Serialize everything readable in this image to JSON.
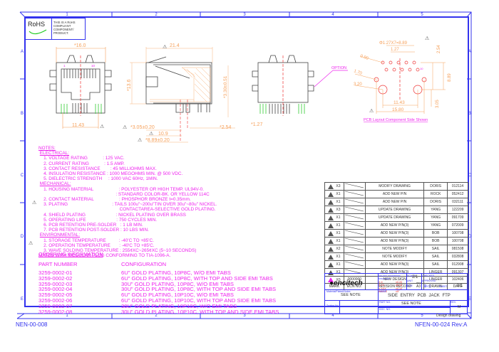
{
  "rohs": {
    "logo": "RoHS",
    "text": [
      "THIS IS A RoHS",
      "COMPLIANT",
      "COMPONENT/",
      "PRODUCT."
    ]
  },
  "border": {
    "columns": [
      "1",
      "2",
      "3",
      "4",
      "5"
    ],
    "rows": [
      "A",
      "B",
      "C",
      "D",
      "E"
    ]
  },
  "drawing": {
    "front_view": {
      "width_dim": "*16.0",
      "pin_first": "1",
      "pin_last": "10",
      "pin_span": "11.43"
    },
    "side_view": {
      "length_dim": "21.4",
      "height_dim": "*13.6",
      "tail_dim": "*3.30±0.51",
      "dim_a": "*3.05±0.20",
      "dim_b": "10.9",
      "dim_c": "*8.89±0.20",
      "pitch": "*2.54"
    },
    "rear_view": {
      "pitch": "*1.27",
      "option_label": "OPTION"
    },
    "pcb_layout": {
      "dims": [
        "Φ1.27X7=8.89",
        "1.27",
        "0.90",
        "1.70",
        "3.20",
        "2.54",
        "8.89",
        "3.05",
        "11.43",
        "15.80"
      ],
      "pin_label": "10",
      "caption": "PCB Layout Component Side Shown"
    }
  },
  "notes": {
    "title": "NOTES:",
    "electrical_title": "ELECTRICAL:",
    "electrical": [
      "1. VOLTAGE RATING            : 125 VAC.",
      "2. CURRENT RATING            : 1.5 AMP.",
      "3. CONTACT RESISTANCE        : 45 MILLIOHMS MAX.",
      "4. INSULATION RESISTANCE : 1000 MEGOHMS MIN. @ 500 VDC.",
      "5. DIELECTRIC STRENGTH     : 1000 VAC 60Hz, 1MIN."
    ],
    "mechanical_title": "MECHANICAL:",
    "mechanical": [
      "1. HOUSING MATERIAL                    : POLYESTER OR HIGH TEMP. UL94V-0.",
      "                                                         : STANDARD COLOR-BK. OR YELLOW 114C",
      "2. CONTACT MATERIAL                    : PHOSPHOR BRONZE t=0.35mm.",
      "3. PLATING                                   : TAILS 100u\"~200u\"TIN OVER 30u\"~80u\" NICKEL.",
      "                                                            CONTACTAREA-SELECTIVE GOLD PLATING.",
      "4. SHIELD PLATING                        : NICKEL PLATING OVER BRASS",
      "5. OPERATING LIFE                        : 750 CYCLES MIN.",
      "6. PCB RETENTION PRE-SOLDER   : 1 LB MIN.",
      "7. PCB RETENTION POST-SOLDER : 10 LBS MIN."
    ],
    "environmental_title": "ENVIRONMENTAL:",
    "environmental": [
      "1. STORAGE TEMPERATURE          : -40'C TO +85'C.",
      "2. OPERATION TEMPERATURE       : -40'C TO +85'C.",
      "3. WAVE SOLDING TEMPERATURE : 255¢XC~265¢XC (5~10 SECONDS)"
    ],
    "mates": "MATES WITH MODULAR PLUG CONFORMING TO TIA-1096-A."
  },
  "ordering": {
    "title": "ORDERING INFORMATION",
    "col_part": "PART NUMBER",
    "col_config": "CONFIGURATION",
    "rows": [
      {
        "part": "3259-0002-01",
        "config": "6U\" GOLD PLATING, 10P8C, W/O EMI TABS"
      },
      {
        "part": "3259-0002-02",
        "config": "6U\" GOLD PLATING, 10P8C, WITH TOP AND SIDE EMI TABS"
      },
      {
        "part": "3259-0002-03",
        "config": "30U\" GOLD PLATING, 10P8C, W/O EMI TABS"
      },
      {
        "part": "3259-0002-04",
        "config": "30U\" GOLD PLATING, 10P8C, WITH TOP AND SIDE EMI TABS"
      },
      {
        "part": "3259-0002-05",
        "config": "6U\" GOLD PLATING, 10P10C, W/O EMI TABS"
      },
      {
        "part": "3259-0002-06",
        "config": "6U\" GOLD PLATING, 10P10C, WITH TOP AND SIDE EMI TABS"
      },
      {
        "part": "3259-0002-07",
        "config": "30U\" GOLD PLATING, 10P10C, W/O EMI TABS"
      },
      {
        "part": "3259-0002-08",
        "config": "30U\" GOLD PLATING, 10P10C, WITH TOP AND SIDE EMI TABS"
      }
    ]
  },
  "revisions": {
    "rows": [
      {
        "mark": "X3",
        "ecn": "",
        "record": "MODIFY DRAWING",
        "drawn": "DORIS",
        "date": "012114"
      },
      {
        "mark": "X1",
        "ecn": "",
        "record": "ADD NEW P/N",
        "drawn": "ROCK",
        "date": "052412"
      },
      {
        "mark": "X1",
        "ecn": "",
        "record": "ADD NEW P/N",
        "drawn": "DORIS",
        "date": "032111"
      },
      {
        "mark": "X3",
        "ecn": "",
        "record": "UPDATE DRAWING",
        "drawn": "YANG",
        "date": "122209"
      },
      {
        "mark": "X1",
        "ecn": "",
        "record": "UPDATE DRAWING",
        "drawn": "YANG",
        "date": "091709"
      },
      {
        "mark": "X1",
        "ecn": "",
        "record": "ADD NEW P/N(3)",
        "drawn": "YANG",
        "date": "072009"
      },
      {
        "mark": "X1",
        "ecn": "",
        "record": "ADD NEW P/N(3)",
        "drawn": "BOB",
        "date": "100708"
      },
      {
        "mark": "X1",
        "ecn": "",
        "record": "ADD NEW P/N(3)",
        "drawn": "BOB",
        "date": "100708"
      },
      {
        "mark": "X2",
        "ecn": "",
        "record": "NOTE MODIFY",
        "drawn": "SAIL",
        "date": "081508"
      },
      {
        "mark": "X1",
        "ecn": "",
        "record": "NOTE MODIFY",
        "drawn": "SAIL",
        "date": "032808"
      },
      {
        "mark": "X1",
        "ecn": "",
        "record": "ADD NEW P/N(3)",
        "drawn": "SAIL",
        "date": "012908"
      },
      {
        "mark": "X1",
        "ecn": "",
        "record": "ADD NEW P/N(3)",
        "drawn": "LINGER",
        "date": "091307"
      },
      {
        "mark": "X0",
        "ecn": "0000000",
        "record": "NEW DESIGN",
        "drawn": "LINGER",
        "date": "102406"
      }
    ],
    "header": {
      "mark": "MARK",
      "ecn": "ECN NO.",
      "record": "REVISION RECORD",
      "drawn": "DRAWN",
      "date": "DATE"
    }
  },
  "title_block": {
    "company": "encitech",
    "tolerance_header": "UNLESS OTHERWISE SPECIFIED",
    "tolerances": [
      {
        "label": "X.X",
        "value": "±0.20"
      },
      {
        "label": "X.XX",
        "value": "±0.15"
      },
      {
        "label": "X.XXX",
        "value": "±0.10"
      },
      {
        "label": "ANGLE",
        "value": "±5°"
      }
    ],
    "scale_label": "SCALE",
    "scale": "2/1",
    "unit_label": "UNIT",
    "unit": "mm",
    "size_label": "SIZE",
    "size": "A3",
    "checked_label": "CHECKED",
    "approved_label": "APPROVED",
    "sheet_label": "SHEET",
    "sheet": "1/1",
    "material_label": "Material/Plated/Notes",
    "material": "SEE NOTE",
    "name_label": "NAME",
    "name": "SIDE ENTRY PCB JACK FTP",
    "tooling_label": "Tooling No.",
    "partno_label": "PART NO.",
    "partno": "SEE NOTE",
    "docno_label": "DOC. NO.",
    "rev_label": "REV.",
    "rev": "M",
    "design": "Design drawing"
  },
  "footer": {
    "left": "NEN-00-008",
    "right": "NFEN-00-024 Rev:A"
  }
}
